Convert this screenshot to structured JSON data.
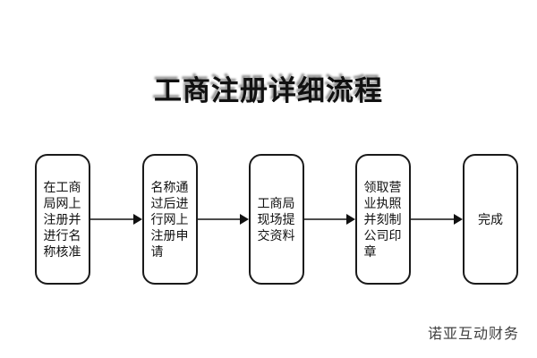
{
  "title": "工商注册详细流程",
  "flow": {
    "steps": [
      {
        "label": "在工商局网上注册并进行名称核准"
      },
      {
        "label": "名称通过后进行网上注册申请"
      },
      {
        "label": "工商局现场提交资料"
      },
      {
        "label": "领取营业执照并刻制公司印章"
      },
      {
        "label": "完成"
      }
    ]
  },
  "footer": {
    "brand": "诺亚互动财务"
  },
  "colors": {
    "background": "#ffffff",
    "title_color": "#111111",
    "title_shadow": "#828282",
    "box_border": "#1a1a1a",
    "box_fill": "#ffffff",
    "box_text": "#111111",
    "arrow_line": "#4d4d4d",
    "arrow_head": "#111111",
    "footer_color": "#404040"
  }
}
